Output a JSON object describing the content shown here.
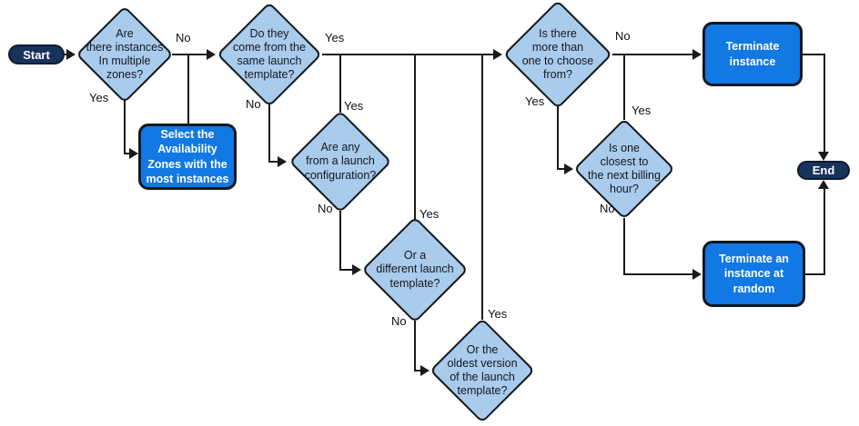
{
  "colors": {
    "diamond_fill": "#A9CBEC",
    "process_fill": "#1178E4",
    "terminal_fill": "#17335C",
    "line_color": "#1A1A1A",
    "diamond_text": "#14181D",
    "label_text": "#101010",
    "node_text": "#FFFFFF"
  },
  "nodes": {
    "start": {
      "label": "Start",
      "type": "terminal"
    },
    "multiple_zones": {
      "label": "Are\nthere instances\nIn multiple\nzones?",
      "type": "decision"
    },
    "select_az": {
      "label": "Select the\nAvailability\nZones with the\nmost instances",
      "type": "process"
    },
    "same_template": {
      "label": "Do they\ncome from the\nsame launch\ntemplate?",
      "type": "decision"
    },
    "launch_config": {
      "label": "Are any\nfrom a launch\nconfiguration?",
      "type": "decision"
    },
    "different_template": {
      "label": "Or a\ndifferent launch\ntemplate?",
      "type": "decision"
    },
    "oldest_version": {
      "label": "Or the\noldest version\nof the launch\ntemplate?",
      "type": "decision"
    },
    "more_than_one": {
      "label": "Is there\nmore than\none to choose\nfrom?",
      "type": "decision"
    },
    "billing_hour": {
      "label": "Is one\nclosest to\nthe next billing\nhour?",
      "type": "decision"
    },
    "terminate_instance": {
      "label": "Terminate\ninstance",
      "type": "process"
    },
    "terminate_random": {
      "label": "Terminate an\ninstance at\nrandom",
      "type": "process"
    },
    "end": {
      "label": "End",
      "type": "terminal"
    }
  },
  "edge_labels": {
    "multiple_zones_no": "No",
    "multiple_zones_yes": "Yes",
    "same_template_yes": "Yes",
    "same_template_no": "No",
    "launch_config_yes": "Yes",
    "launch_config_no": "No",
    "different_template_yes": "Yes",
    "different_template_no": "No",
    "oldest_version_yes": "Yes",
    "more_than_one_no": "No",
    "more_than_one_yes": "Yes",
    "billing_hour_yes": "Yes",
    "billing_hour_no": "No"
  }
}
